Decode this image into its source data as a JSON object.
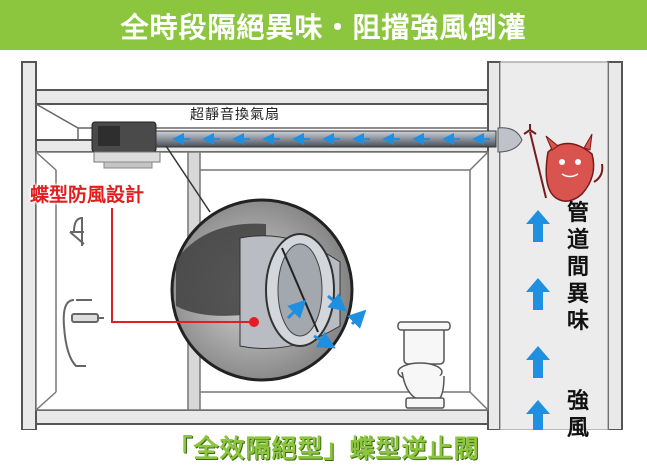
{
  "banner": {
    "title": "全時段隔絕異味・阻擋強風倒灌",
    "bg": "#8cc63f"
  },
  "labels": {
    "fan": "超靜音換氣扇",
    "damper": "蝶型防風設計",
    "duct_vertical": [
      "管",
      "道",
      "間",
      "異",
      "味"
    ],
    "wind_vertical": [
      "強",
      "風"
    ]
  },
  "footer": {
    "text": "「全效隔絕型」蝶型逆止閥",
    "color": "#8cc63f"
  },
  "colors": {
    "accent_red": "#e02020",
    "arrow_blue": "#1f8fe0",
    "wall": "#9a9a9a"
  },
  "icons": [
    "devil-icon",
    "shower-icon",
    "toilet-icon",
    "fan-icon",
    "damper-magnifier-icon"
  ]
}
